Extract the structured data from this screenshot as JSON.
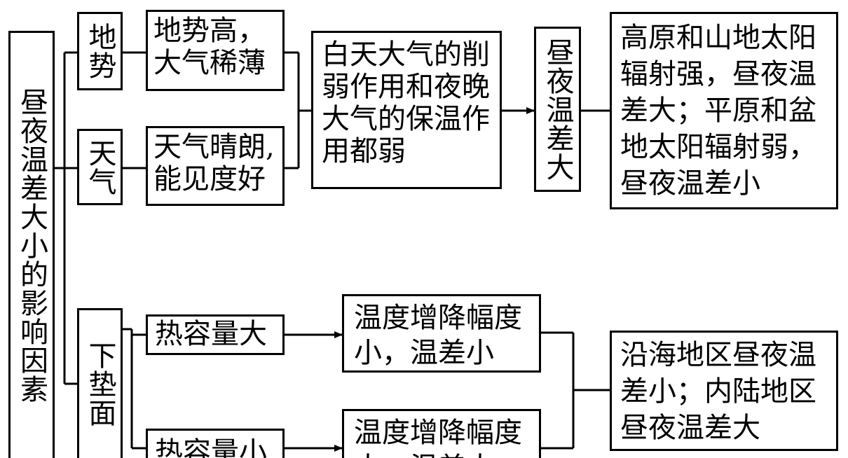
{
  "root": "昼夜温差大小的影响因素",
  "factors": {
    "terrain": "地势",
    "weather": "天气",
    "surface": "下垫面"
  },
  "terrain_cause": "地势高，大气稀薄",
  "weather_cause": "天气晴朗,能见度好",
  "atmosphere_effect": "白天大气的削弱作用和夜晚大气的保温作用都弱",
  "result": "昼夜温差大",
  "plateau_conclusion": "高原和山地太阳辐射强，昼夜温差大；平原和盆地太阳辐射弱，昼夜温差小",
  "heat_capacity_large": "热容量大",
  "heat_capacity_small": "热容量小",
  "temp_change_small": "温度增降幅度小，温差小",
  "temp_change_large": "温度增降幅度大，温差大",
  "coast_conclusion": "沿海地区昼夜温差小；内陆地区昼夜温差大"
}
